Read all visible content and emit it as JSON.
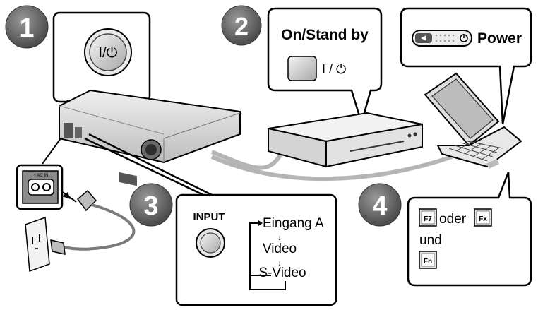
{
  "steps": {
    "step1": {
      "number": "1",
      "button_label": "I/⏻"
    },
    "step2": {
      "number": "2",
      "title": "On/Stand by",
      "button_label": "I / ⏻"
    },
    "step3": {
      "number": "3",
      "input_label": "INPUT",
      "sequence": [
        "Eingang A",
        "Video",
        "S-Video"
      ],
      "arrow": "↓"
    },
    "step4": {
      "number": "4",
      "power_label": "Power",
      "key1": "F7",
      "word_or": "oder",
      "key2": "Fx",
      "word_and": "und",
      "key3": "Fn"
    }
  },
  "ac_in_label": "~ AC IN",
  "colors": {
    "badge": "#6e6e6e",
    "device": "#dcdcdc",
    "device_dark": "#9a9a9a",
    "cable": "#b8b8b8"
  }
}
